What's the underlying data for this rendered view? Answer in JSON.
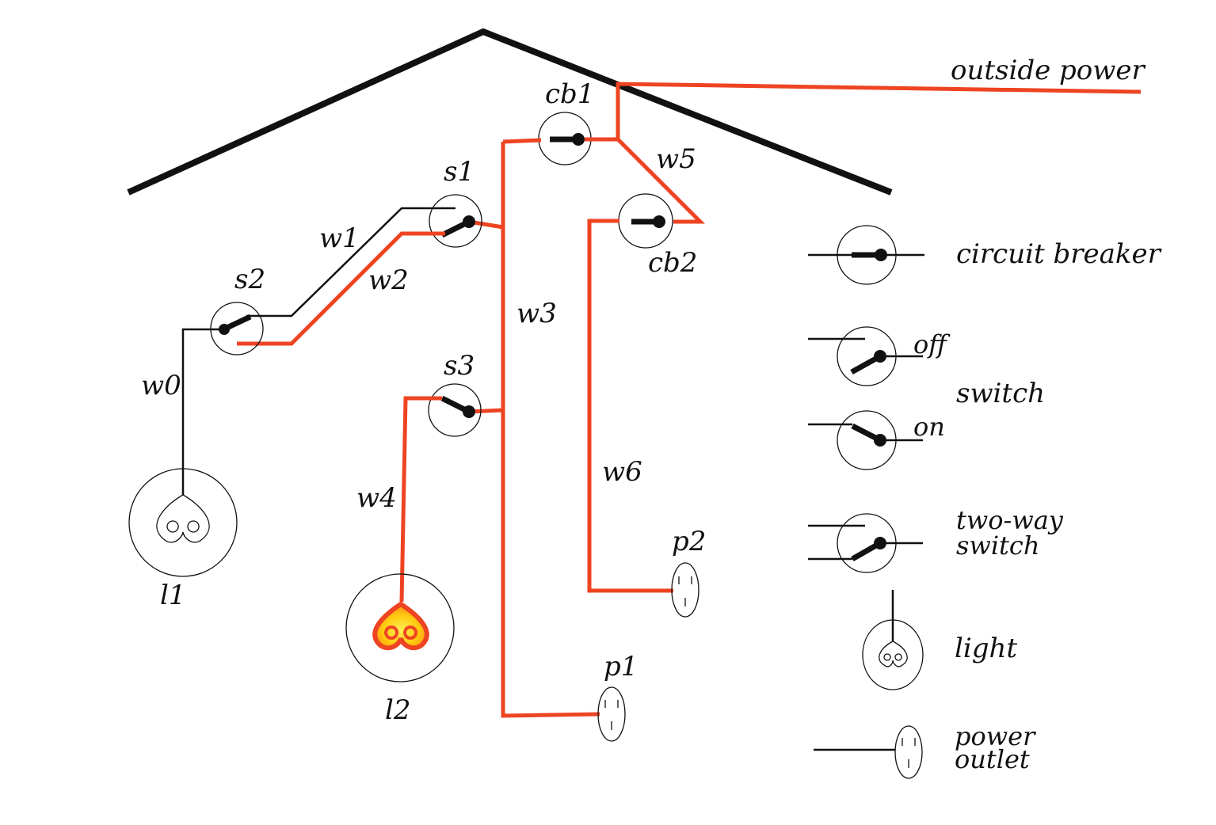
{
  "title": "House wiring diagram",
  "colors": {
    "live_wire": "#ee4422",
    "dead_wire": "#111111",
    "bulb_glow": "#ffcc00"
  },
  "labels": {
    "outside_power": "outside power",
    "cb1": "cb1",
    "cb2": "cb2",
    "w0": "w0",
    "w1": "w1",
    "w2": "w2",
    "w3": "w3",
    "w4": "w4",
    "w5": "w5",
    "w6": "w6",
    "s1": "s1",
    "s2": "s2",
    "s3": "s3",
    "l1": "l1",
    "l2": "l2",
    "p1": "p1",
    "p2": "p2"
  },
  "legend": {
    "circuit_breaker": "circuit breaker",
    "off": "off",
    "switch": "switch",
    "on": "on",
    "two_way_line1": "two-way",
    "two_way_line2": "switch",
    "light": "light",
    "power_line1": "power",
    "power_line2": "outlet"
  },
  "state": {
    "cb1": "on",
    "cb2": "on",
    "s1": "down",
    "s2": "up",
    "s3": "on",
    "l1": "off",
    "l2": "lit"
  }
}
